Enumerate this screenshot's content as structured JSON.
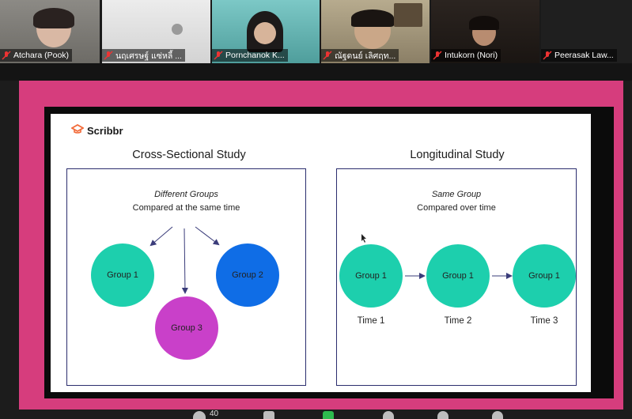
{
  "participants": [
    {
      "name": "Atchara (Pook)"
    },
    {
      "name": "นฤเศรษฐ์ แซ่หลี้ ..."
    },
    {
      "name": "Pornchanok K..."
    },
    {
      "name": "ณัฐดนย์ เลิศฤท..."
    },
    {
      "name": "Intukorn (Nori)"
    },
    {
      "name": "Peerasak Law..."
    }
  ],
  "slide": {
    "logo": "Scribbr",
    "left": {
      "title": "Cross-Sectional Study",
      "subtitle_italic": "Different Groups",
      "subtitle": "Compared at the same time",
      "groups": [
        "Group 1",
        "Group 2",
        "Group 3"
      ]
    },
    "right": {
      "title": "Longitudinal Study",
      "subtitle_italic": "Same Group",
      "subtitle": "Compared over time",
      "groups": [
        "Group 1",
        "Group 1",
        "Group 1"
      ],
      "times": [
        "Time 1",
        "Time 2",
        "Time 3"
      ]
    }
  },
  "toolbar": {
    "participant_count": "40"
  },
  "colors": {
    "share_border": "#d63d7d",
    "panel_border": "#2b2d6e",
    "teal": "#1dcfad",
    "blue": "#0f6de6",
    "magenta": "#c940c9",
    "arrow": "#3a3c7a",
    "logo_orange": "#f26b3a"
  },
  "icons": {
    "muted_mic": "mic-off-icon",
    "scribbr_logo": "scribbr-logo-icon"
  }
}
